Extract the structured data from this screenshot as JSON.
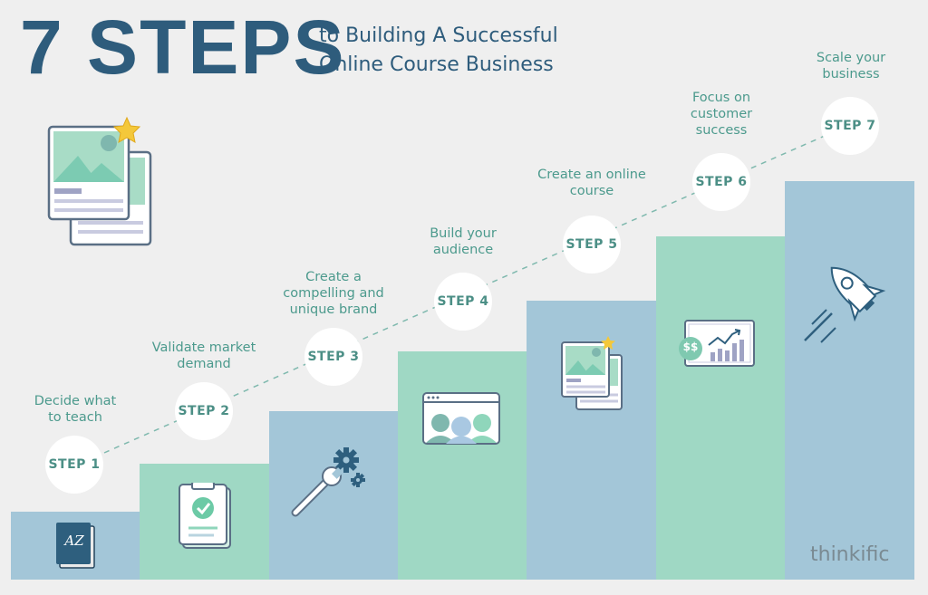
{
  "title": {
    "big": "7 STEPS",
    "line1": "to Building A Successful",
    "line2": "Online Course Business"
  },
  "steps": [
    {
      "label": "STEP 1",
      "caption": [
        "Decide what",
        "to teach"
      ]
    },
    {
      "label": "STEP 2",
      "caption": [
        "Validate market",
        "demand"
      ]
    },
    {
      "label": "STEP 3",
      "caption": [
        "Create a",
        "compelling and",
        "unique brand"
      ]
    },
    {
      "label": "STEP 4",
      "caption": [
        "Build your",
        "audience"
      ]
    },
    {
      "label": "STEP 5",
      "caption": [
        "Create an online",
        "course"
      ]
    },
    {
      "label": "STEP 6",
      "caption": [
        "Focus on",
        "customer",
        "success"
      ]
    },
    {
      "label": "STEP 7",
      "caption": [
        "Scale your",
        "business"
      ]
    }
  ],
  "book_icon_text": "AZ",
  "money_icon_text": "$$",
  "brand": "thinkific",
  "colors": {
    "title": "#2e5c7c",
    "bar_blue": "#a3c6d8",
    "bar_green": "#9fd8c4",
    "step_text": "#4c9a8d",
    "background": "#efefef"
  },
  "icons": [
    "image-card-icon",
    "dictionary-book-icon",
    "clipboard-check-icon",
    "wrench-gears-icon",
    "video-audience-icon",
    "course-cards-icon",
    "money-growth-chart-icon",
    "rocket-icon"
  ]
}
